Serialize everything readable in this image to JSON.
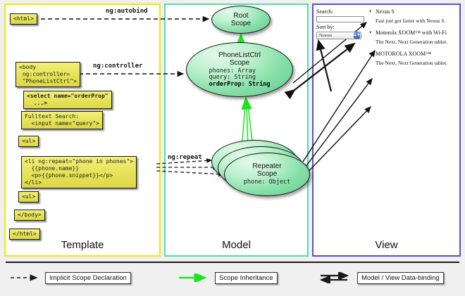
{
  "panels": {
    "template": {
      "label": "Template",
      "border_color": "#f2ea00"
    },
    "model": {
      "label": "Model",
      "border_color": "#4de0a8"
    },
    "view": {
      "label": "View",
      "border_color": "#5b4bdd"
    }
  },
  "template": {
    "boxes": [
      {
        "id": "html",
        "text": "<html>"
      },
      {
        "id": "body",
        "text": "<body\n ng:controller=\n \"PhoneListCtrl\">"
      },
      {
        "id": "select",
        "text": "<select name=\"orderProp\"\n  ...>"
      },
      {
        "id": "search",
        "text": "Fulltext Search:\n  <input name=\"query\">"
      },
      {
        "id": "ul1",
        "text": "<ul>"
      },
      {
        "id": "li",
        "text": "<li ng:repeat=\"phone in phones\">\n  {{phone.name}}\n  <p>{{phone.snippet}}</p>\n</li>"
      },
      {
        "id": "ul2",
        "text": "<ul>"
      },
      {
        "id": "body-close",
        "text": "</body>"
      },
      {
        "id": "html-close",
        "text": "</html>"
      }
    ]
  },
  "edges": {
    "autobind": "ng:autobind",
    "controller": "ng:controller",
    "repeat": "ng:repeat"
  },
  "model": {
    "root_scope": {
      "title_line1": "Root",
      "title_line2": "Scope"
    },
    "phonelist_scope": {
      "title_line1": "PhoneListCtrl",
      "title_line2": "Scope",
      "props": [
        {
          "text": "phones: Array",
          "bold": false
        },
        {
          "text": "query: String",
          "bold": false
        },
        {
          "text": "orderProp: String",
          "bold": true
        }
      ]
    },
    "repeater_scope": {
      "title_line1": "Repeater",
      "title_line2": "Scope",
      "props": [
        {
          "text": "phone: Object",
          "bold": false
        }
      ],
      "stack_count": 3
    }
  },
  "view": {
    "search_label": "Search:",
    "search_value": "",
    "search_placeholder": "",
    "sort_label": "Sort by:",
    "sort_selected": "Newest",
    "phones": [
      {
        "name": "Nexus S",
        "snippet": "Fast just got faster with Nexus S."
      },
      {
        "name": "Motorola XOOM™ with Wi-Fi",
        "snippet": "The Next, Next Generation tablet."
      },
      {
        "name": "MOTOROLA XOOM™",
        "snippet": "The Next, Next Generation tablet."
      }
    ]
  },
  "legend": {
    "items": [
      {
        "id": "implicit",
        "label": "Implicit Scope Declaration",
        "style": "dashed-arrow",
        "color": "#1a1a1a"
      },
      {
        "id": "inherit",
        "label": "Scope Inheritance",
        "style": "solid-arrow",
        "color": "#19e619"
      },
      {
        "id": "binding",
        "label": "Model / View Data-binding",
        "style": "double-arrow",
        "color": "#1a1a1a"
      }
    ]
  }
}
